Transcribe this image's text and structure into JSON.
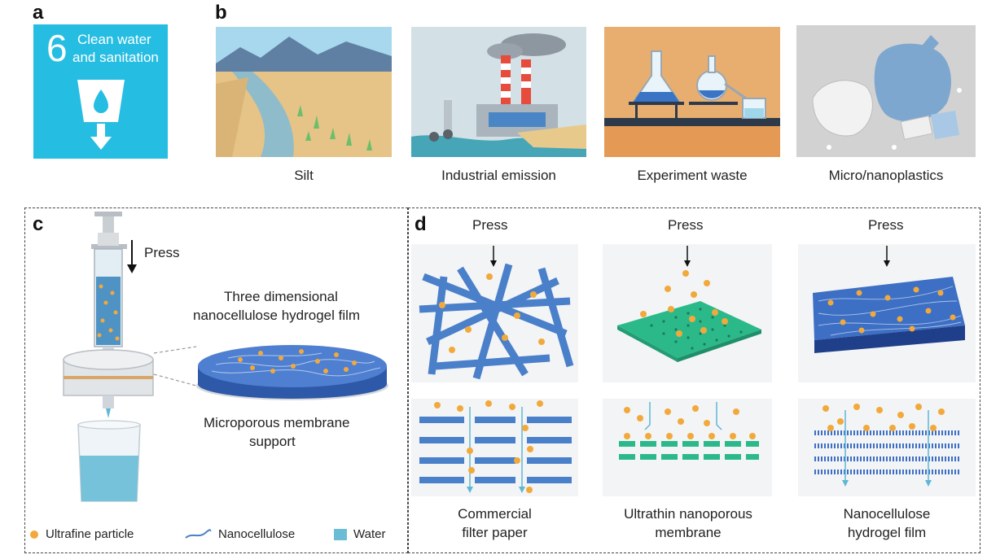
{
  "panels": {
    "a": "a",
    "b": "b",
    "c": "c",
    "d": "d"
  },
  "sdg": {
    "number": "6",
    "line1": "Clean water",
    "line2": "and sanitation",
    "color": "#26bde2"
  },
  "sources": [
    {
      "label": "Silt"
    },
    {
      "label": "Industrial emission"
    },
    {
      "label": "Experiment waste"
    },
    {
      "label": "Micro/nanoplastics"
    }
  ],
  "panel_c": {
    "press": "Press",
    "film_line1": "Three dimensional",
    "film_line2": "nanocellulose hydrogel film",
    "support_line1": "Microporous membrane",
    "support_line2": "support"
  },
  "legend": {
    "particle": "Ultrafine particle",
    "nanocellulose": "Nanocellulose",
    "water": "Water"
  },
  "panel_d": {
    "columns": [
      {
        "press": "Press",
        "line1": "Commercial",
        "line2": "filter paper"
      },
      {
        "press": "Press",
        "line1": "Ultrathin nanoporous",
        "line2": "membrane"
      },
      {
        "press": "Press",
        "line1": "Nanocellulose",
        "line2": "hydrogel film"
      }
    ]
  },
  "colors": {
    "particle": "#f2a93b",
    "fiber": "#4a7fc9",
    "membrane": "#2bb98a",
    "water": "#5fb7d4"
  }
}
